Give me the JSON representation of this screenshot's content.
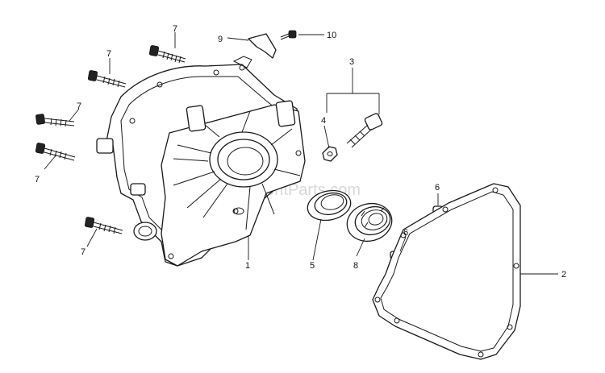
{
  "callouts": {
    "c1": "1",
    "c2": "2",
    "c3": "3",
    "c4": "4",
    "c5": "5",
    "c6a": "6",
    "c6b": "6",
    "c7a": "7",
    "c7b": "7",
    "c7c": "7",
    "c7d": "7",
    "c7e": "7",
    "c8": "8",
    "c9": "9",
    "c10": "10"
  },
  "watermark": "eReplacementParts.com",
  "colors": {
    "line": "#1a1a1a",
    "watermark": "#d8d8d8",
    "background": "#ffffff"
  }
}
